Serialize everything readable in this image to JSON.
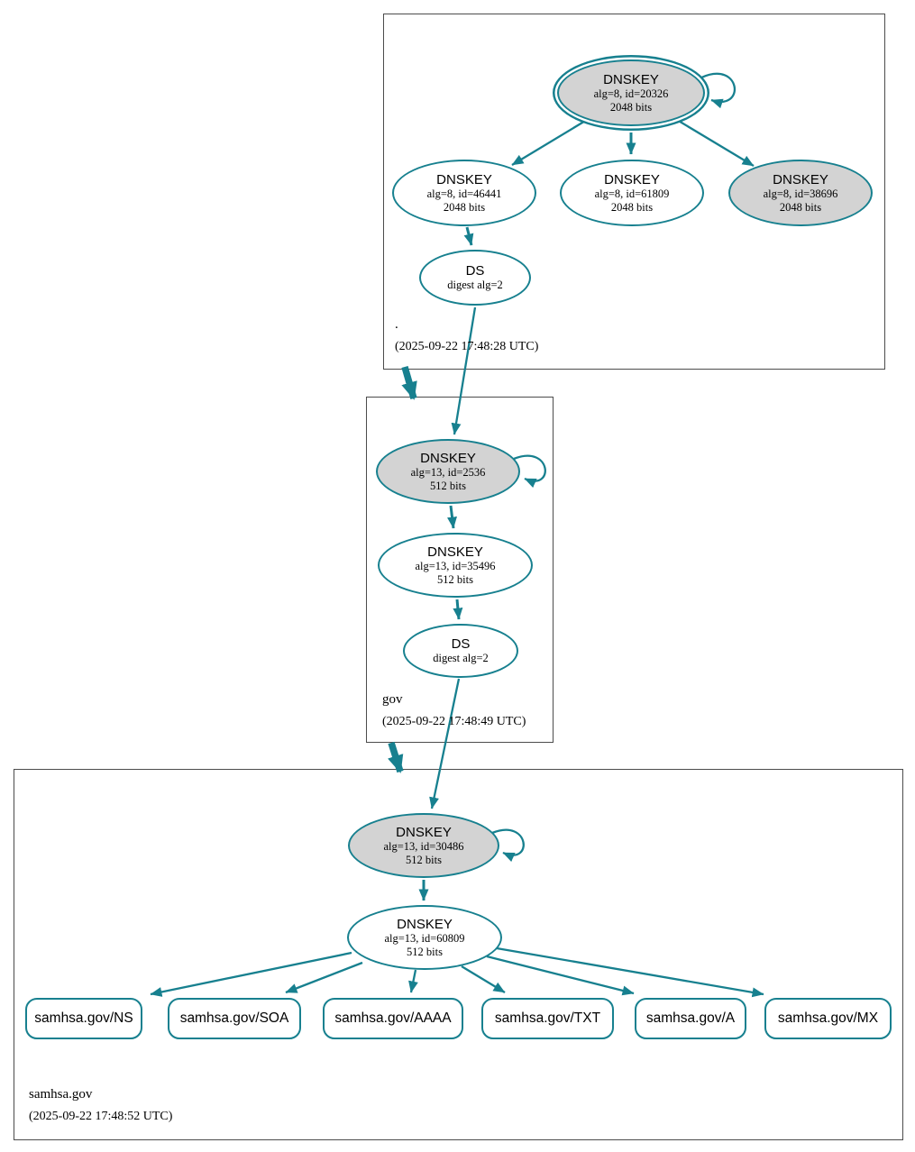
{
  "colors": {
    "secure_edge": "#17808F",
    "key_node_fill": "#D3D3D3",
    "node_fill": "#FFFFFF",
    "zone_box_border": "#4C4C4C"
  },
  "zones": {
    "root": {
      "label": ".",
      "timestamp": "(2025-09-22 17:48:28 UTC)",
      "nodes": {
        "ksk_20326": {
          "title": "DNSKEY",
          "detail": "alg=8, id=20326",
          "bits": "2048 bits"
        },
        "zsk_46441": {
          "title": "DNSKEY",
          "detail": "alg=8, id=46441",
          "bits": "2048 bits"
        },
        "zsk_61809": {
          "title": "DNSKEY",
          "detail": "alg=8, id=61809",
          "bits": "2048 bits"
        },
        "ksk_38696": {
          "title": "DNSKEY",
          "detail": "alg=8, id=38696",
          "bits": "2048 bits"
        },
        "ds": {
          "title": "DS",
          "detail": "digest alg=2"
        }
      }
    },
    "gov": {
      "label": "gov",
      "timestamp": "(2025-09-22 17:48:49 UTC)",
      "nodes": {
        "ksk_2536": {
          "title": "DNSKEY",
          "detail": "alg=13, id=2536",
          "bits": "512 bits"
        },
        "zsk_35496": {
          "title": "DNSKEY",
          "detail": "alg=13, id=35496",
          "bits": "512 bits"
        },
        "ds": {
          "title": "DS",
          "detail": "digest alg=2"
        }
      }
    },
    "samhsa": {
      "label": "samhsa.gov",
      "timestamp": "(2025-09-22 17:48:52 UTC)",
      "nodes": {
        "ksk_30486": {
          "title": "DNSKEY",
          "detail": "alg=13, id=30486",
          "bits": "512 bits"
        },
        "zsk_60809": {
          "title": "DNSKEY",
          "detail": "alg=13, id=60809",
          "bits": "512 bits"
        }
      },
      "rrsets": [
        "samhsa.gov/NS",
        "samhsa.gov/SOA",
        "samhsa.gov/AAAA",
        "samhsa.gov/TXT",
        "samhsa.gov/A",
        "samhsa.gov/MX"
      ]
    }
  }
}
